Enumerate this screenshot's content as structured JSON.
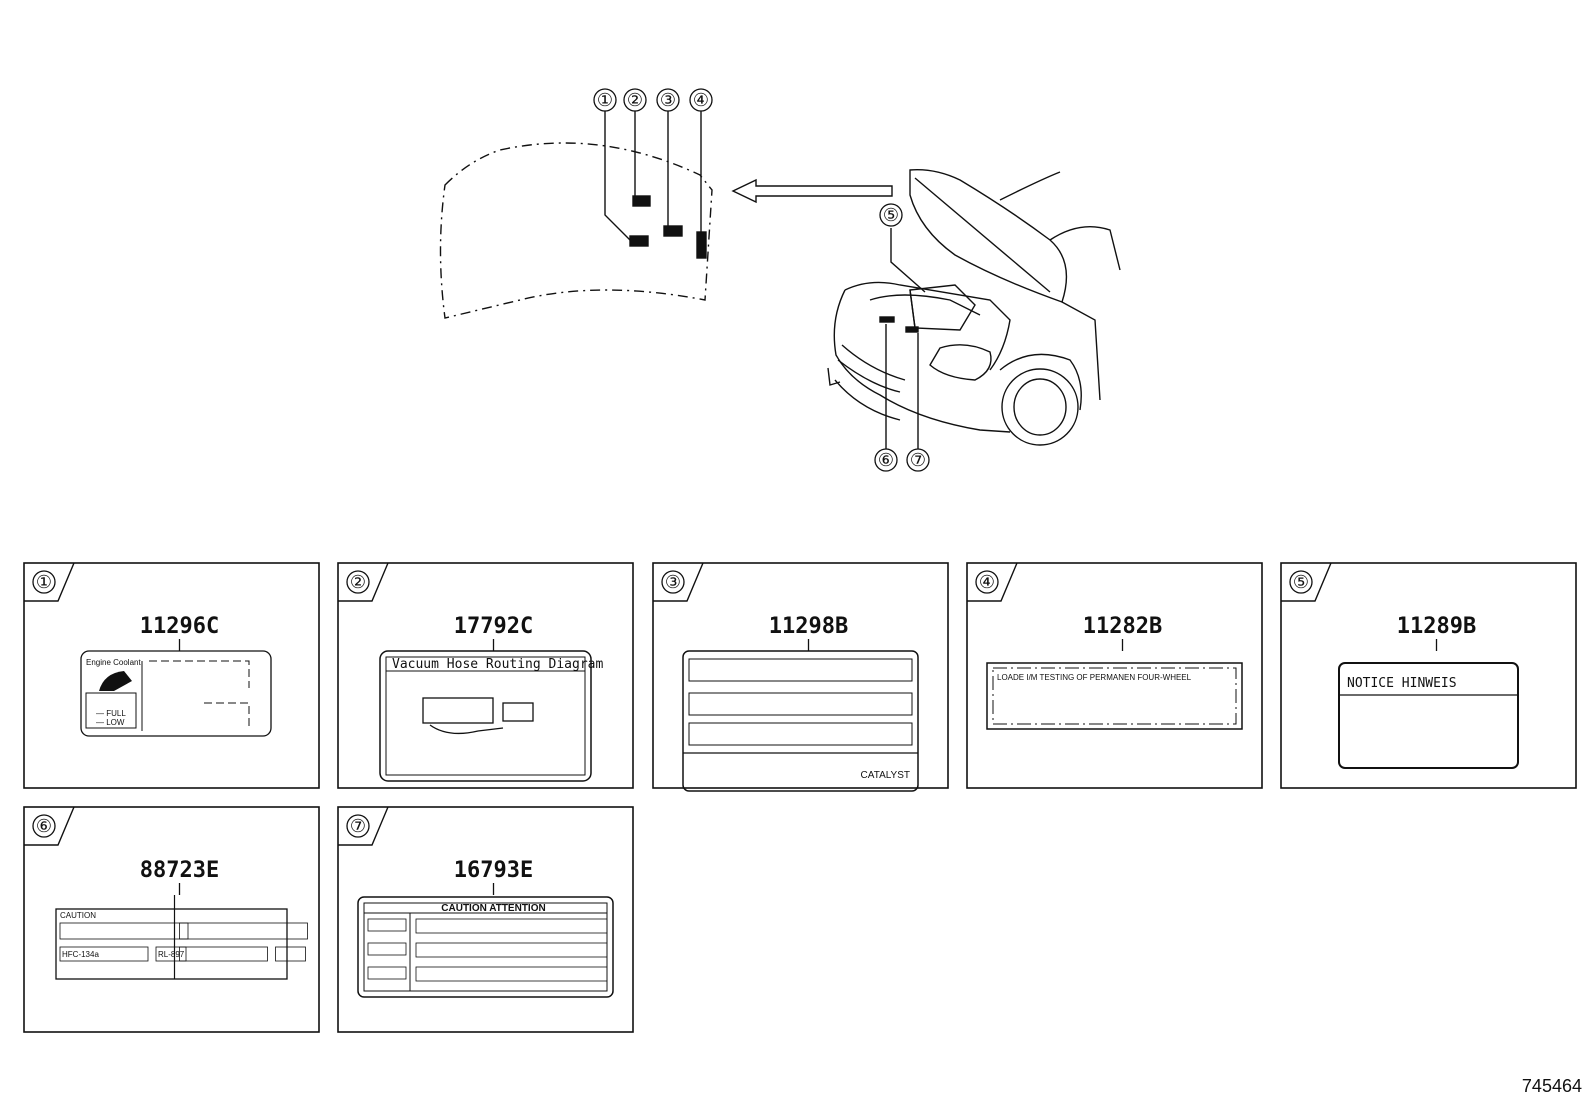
{
  "diagram": {
    "callouts": [
      "①",
      "②",
      "③",
      "④",
      "⑤",
      "⑥",
      "⑦"
    ],
    "panels": [
      {
        "num": "①",
        "part": "11296C",
        "label_text": "Engine Coolant",
        "sub_labels": [
          "— FULL",
          "— LOW"
        ]
      },
      {
        "num": "②",
        "part": "17792C",
        "label_text": "Vacuum  Hose  Routing  Diagram"
      },
      {
        "num": "③",
        "part": "11298B",
        "label_text": "CATALYST"
      },
      {
        "num": "④",
        "part": "11282B",
        "label_text": "LOADE  I/M  TESTING  OF  PERMANEN  FOUR-WHEEL"
      },
      {
        "num": "⑤",
        "part": "11289B",
        "label_text": "NOTICE   HINWEIS"
      },
      {
        "num": "⑥",
        "part": "88723E",
        "label_text": "CAUTION",
        "sub_labels": [
          "HFC-134a",
          "RL-897"
        ]
      },
      {
        "num": "⑦",
        "part": "16793E",
        "label_text": "CAUTION  ATTENTION"
      }
    ],
    "reference_number": "745464"
  }
}
